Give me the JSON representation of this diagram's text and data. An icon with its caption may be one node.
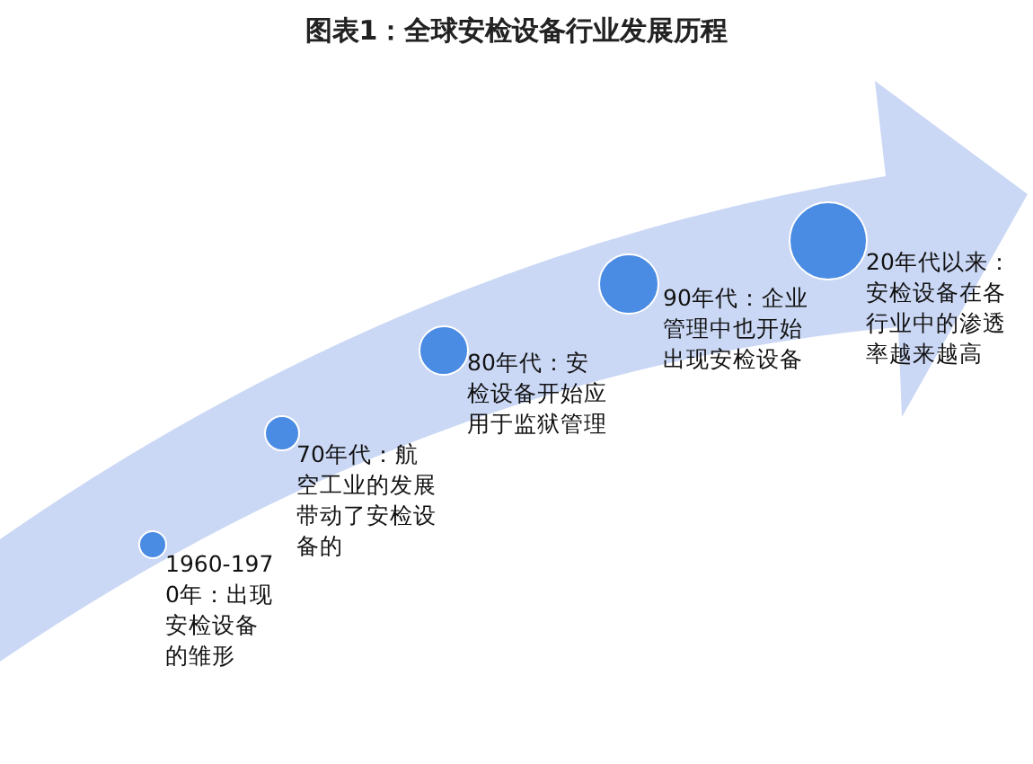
{
  "diagram": {
    "title": "图表1：全球安检设备行业发展历程",
    "nodes": [
      {
        "text": [],
        "shape": "circle",
        "beside": [
          "1960-1970年：出现安检设备的雏形"
        ]
      },
      {
        "text": [],
        "shape": "circle",
        "beside": [
          "70年代：航空工业的发展带动了安检设备的"
        ]
      },
      {
        "text": [],
        "shape": "circle",
        "beside": [
          "80年代：安检设备开始应用于监狱管理"
        ]
      },
      {
        "text": [],
        "shape": "circle",
        "beside": [
          "90年代：企业管理中也开始出现安检设备"
        ]
      },
      {
        "text": [],
        "shape": "circle",
        "beside": [
          "20年代以来：安检设备在各行业中的渗透率越来越高"
        ]
      }
    ]
  }
}
